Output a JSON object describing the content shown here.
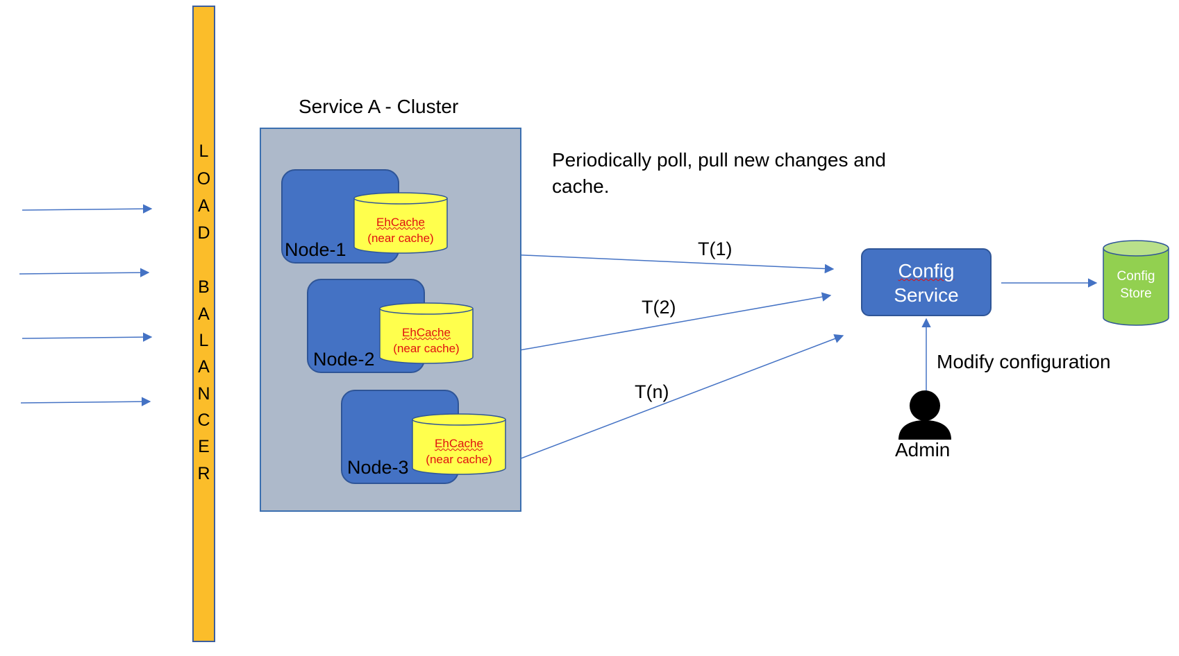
{
  "load_balancer": {
    "letters": [
      "L",
      "O",
      "A",
      "D",
      "B",
      "A",
      "L",
      "A",
      "N",
      "C",
      "E",
      "R"
    ]
  },
  "cluster": {
    "title": "Service A - Cluster",
    "nodes": [
      {
        "label": "Node-1",
        "cache_name": "EhCache",
        "cache_note": "(near cache)"
      },
      {
        "label": "Node-2",
        "cache_name": "EhCache",
        "cache_note": "(near cache)"
      },
      {
        "label": "Node-3",
        "cache_name": "EhCache",
        "cache_note": "(near cache)"
      }
    ]
  },
  "poll_note": "Periodically poll, pull new changes and cache.",
  "edges": {
    "t1": "T(1)",
    "t2": "T(2)",
    "tn": "T(n)"
  },
  "config_service": {
    "line1": "Config",
    "line2": "Service"
  },
  "config_store": {
    "line1": "Config",
    "line2": "Store"
  },
  "modify_label": "Modify configuration",
  "admin_label": "Admin",
  "colors": {
    "load_balancer": "#fbbd2a",
    "cluster_bg": "#adb9ca",
    "node": "#4472c4",
    "cache": "#ffff4d",
    "store": "#92d050",
    "arrow": "#4472c4"
  }
}
